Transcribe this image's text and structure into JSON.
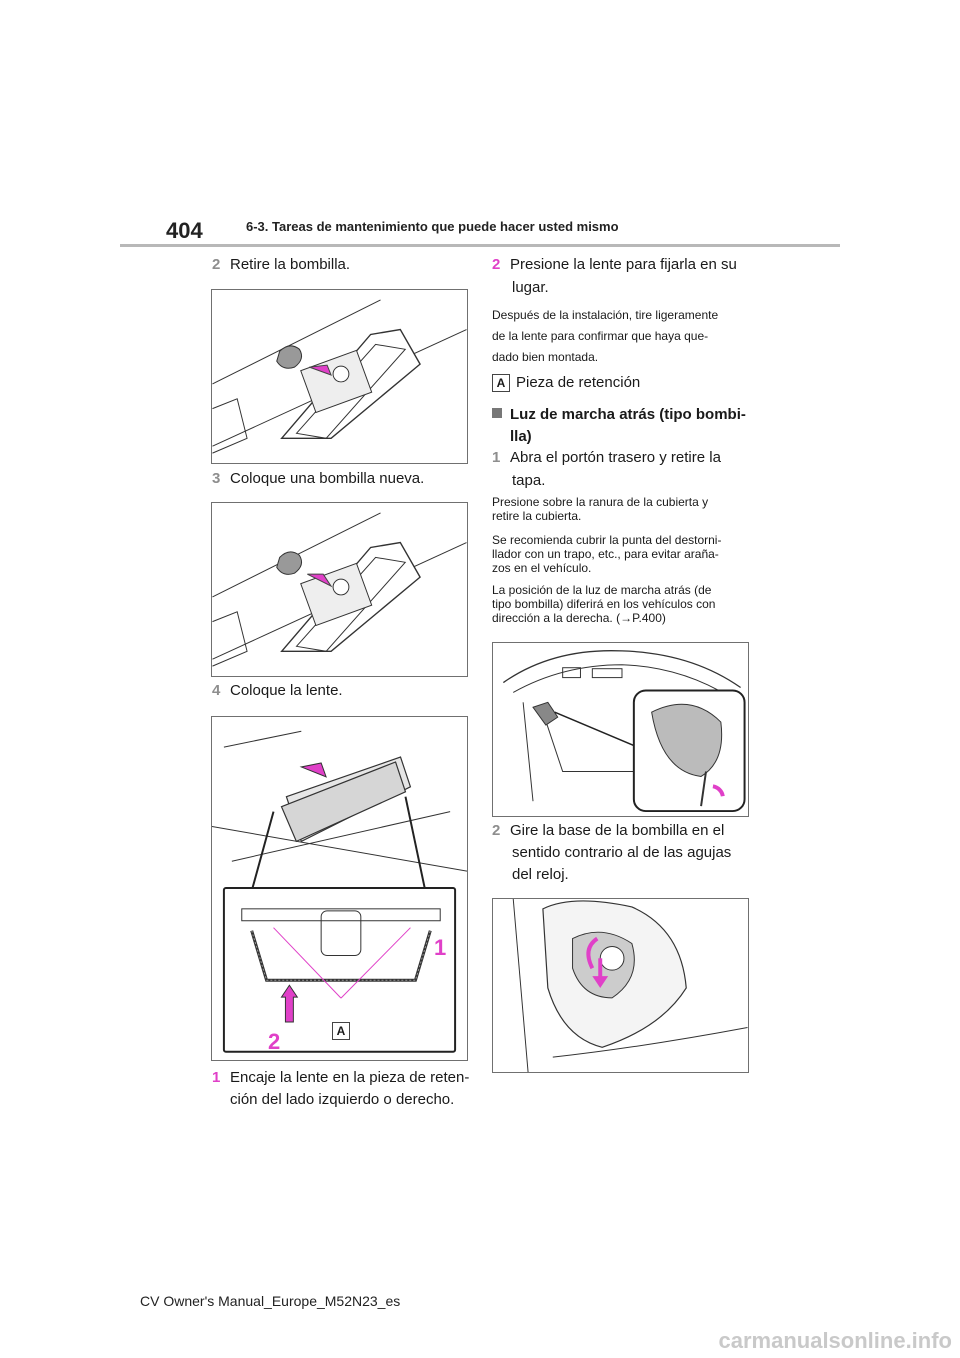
{
  "header": {
    "page_number": "404",
    "section_title": "6-3. Tareas de mantenimiento que puede hacer usted mismo"
  },
  "left_column": {
    "step2": {
      "num": "2",
      "text": "Retire la bombilla."
    },
    "step3": {
      "num": "3",
      "text": "Coloque una bombilla nueva."
    },
    "step4": {
      "num": "4",
      "text": "Coloque la lente."
    },
    "step4_1": {
      "num": "1",
      "text_line1": "Encaje la lente en la pieza de reten-",
      "text_line2": "ción del lado izquierdo o derecho."
    },
    "figure3_labels": {
      "one": "1",
      "two": "2",
      "a": "A"
    }
  },
  "right_column": {
    "step4_2": {
      "num": "2",
      "text_line1": "Presione la lente para fijarla en su",
      "text_line2": "lugar."
    },
    "note1": [
      "Después de la instalación, tire ligeramente",
      "de la lente para confirmar que haya que-",
      "dado bien montada."
    ],
    "label_a": {
      "letter": "A",
      "text": "Pieza de retención"
    },
    "heading": {
      "line1": "Luz de marcha atrás (tipo bombi-",
      "line2": "lla)"
    },
    "step1": {
      "num": "1",
      "text_line1": "Abra el portón trasero y retire la",
      "text_line2": "tapa."
    },
    "note2": [
      "Presione sobre la ranura de la cubierta y",
      "retire la cubierta."
    ],
    "note3": [
      "Se recomienda cubrir la punta del destorni-",
      "llador con un trapo, etc., para evitar araña-",
      "zos en el vehículo."
    ],
    "note4": [
      "La posición de la luz de marcha atrás (de",
      "tipo bombilla) diferirá en los vehículos con",
      "dirección a la derecha. (→P.400)"
    ],
    "step2": {
      "num": "2",
      "text_line1": "Gire la base de la bombilla en el",
      "text_line2": "sentido contrario al de las agujas",
      "text_line3": "del reloj."
    }
  },
  "footer": {
    "text": "CV Owner's Manual_Europe_M52N23_es"
  },
  "watermark": {
    "text": "carmanualsonline.info"
  },
  "colors": {
    "accent": "#e040c8",
    "step_number": "#8e8e8e",
    "rule": "#b8b8b8"
  }
}
